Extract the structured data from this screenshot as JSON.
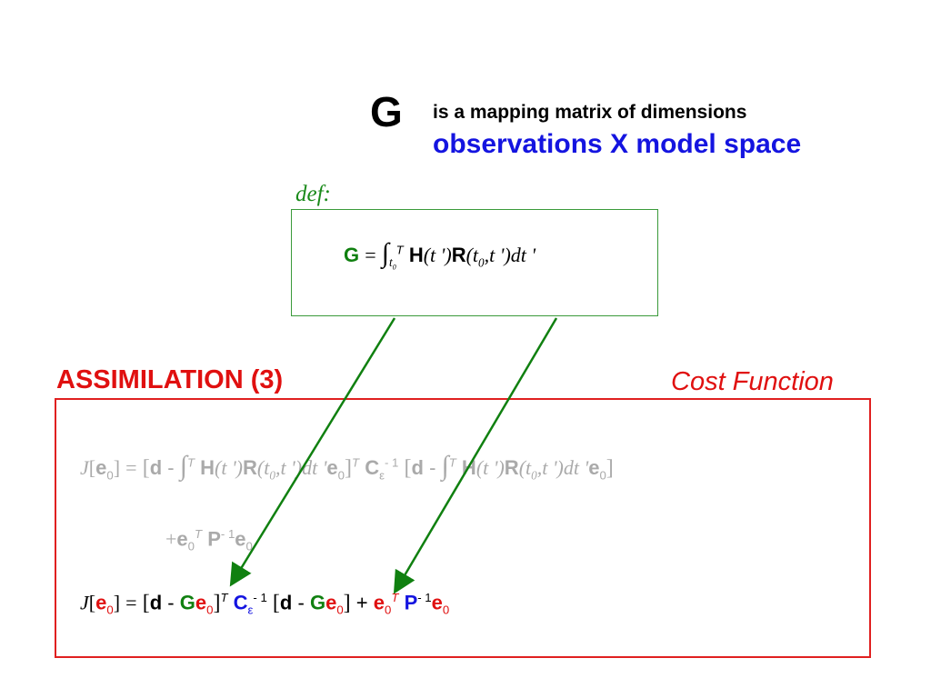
{
  "header": {
    "g_symbol": "G",
    "description_line1": "is a mapping matrix of dimensions",
    "description_line2": "observations X model space"
  },
  "definition": {
    "label": "def:",
    "G": "G",
    "equals": "=",
    "integral": "∫",
    "lower_limit": "t",
    "lower_limit_sub": "0",
    "upper_limit": "T",
    "H": "H",
    "H_arg": "(t ')",
    "R": "R",
    "R_arg_open": "(t",
    "R_arg_sub": "0",
    "R_arg_close": ",t ')dt '"
  },
  "section": {
    "title": "ASSIMILATION (3)",
    "cost_title": "Cost Function"
  },
  "cost_full": {
    "J": "J",
    "e0": "e",
    "sub0": "0",
    "equals": "=",
    "d": "d",
    "minus": "-",
    "H": "H",
    "R": "R",
    "C": "C",
    "eps": "ε",
    "inv": "- 1",
    "T": "T",
    "plus": "+",
    "P": "P",
    "args_H": "(t ')",
    "args_R_open": "(t",
    "args_R_close": ",t ')dt '"
  },
  "cost_compact": {
    "J": "J",
    "e": "e",
    "sub0": "0",
    "equals": "=",
    "d": "d",
    "minus": "-",
    "G": "G",
    "C": "C",
    "eps": "ε",
    "inv": "- 1",
    "T": "T",
    "plus": "+",
    "P": "P"
  },
  "colors": {
    "black": "#000000",
    "blue": "#1414e0",
    "green": "#108010",
    "red": "#e01010",
    "gray": "#aaaaaa"
  }
}
